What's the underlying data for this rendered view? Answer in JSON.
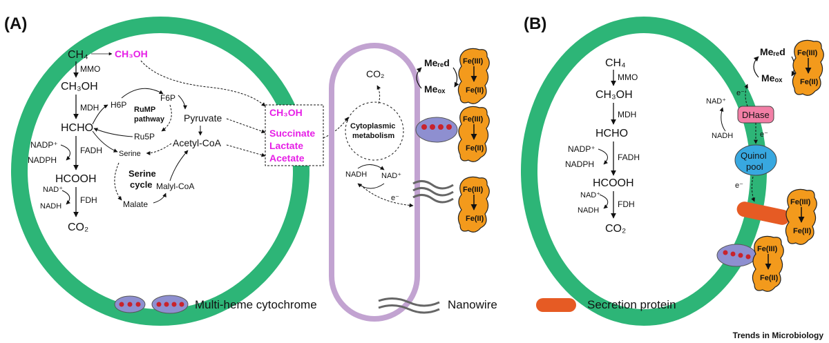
{
  "panels": {
    "a_label": "(A)",
    "b_label": "(B)"
  },
  "panel_a": {
    "ch4": "CH₄",
    "ch3oh_mag": "CH₃OH",
    "mmo": "MMO",
    "ch3oh": "CH₃OH",
    "mdh": "MDH",
    "hcho": "HCHO",
    "h6p": "H6P",
    "f6p": "F6P",
    "rump_line1": "RuMP",
    "rump_line2": "pathway",
    "ru5p": "Ru5P",
    "pyruvate": "Pyruvate",
    "acetyl_coa": "Acetyl-CoA",
    "nadp_plus": "NADP⁺",
    "fadh": "FADH",
    "nadph": "NADPH",
    "serine": "Serine",
    "serine_cycle_line1": "Serine",
    "serine_cycle_line2": "cycle",
    "malyl_coa": "Malyl-CoA",
    "malate": "Malate",
    "hcooh": "HCOOH",
    "nad_plus": "NAD⁺",
    "fdh": "FDH",
    "nadh": "NADH",
    "co2": "CO₂"
  },
  "products_box": [
    "CH₃OH",
    "Succinate",
    "Lactate",
    "Acetate"
  ],
  "partner_cell": {
    "co2": "CO₂",
    "cyto_line1": "Cytoplasmic",
    "cyto_line2": "metabolism",
    "nadh": "NADH",
    "nad_plus": "NAD⁺",
    "electron": "e⁻",
    "me_red": "Meᵣₑd",
    "me_ox": "Meₒₓ",
    "fe3": "Fe(III)",
    "fe2": "Fe(II)"
  },
  "panel_b": {
    "ch4": "CH₄",
    "mmo": "MMO",
    "ch3oh": "CH₃OH",
    "mdh": "MDH",
    "hcho": "HCHO",
    "nadp_plus": "NADP⁺",
    "fadh": "FADH",
    "nadph": "NADPH",
    "hcooh": "HCOOH",
    "nad_plus": "NAD⁺",
    "fdh": "FDH",
    "nadh": "NADH",
    "co2": "CO₂",
    "nad_plus_2": "NAD⁺",
    "nadh_2": "NADH",
    "dhase": "DHase",
    "quinol_line1": "Quinol",
    "quinol_line2": "pool",
    "electron": "e⁻",
    "me_red": "Meᵣₑd",
    "me_ox": "Meₒₓ",
    "fe3": "Fe(III)",
    "fe2": "Fe(II)"
  },
  "legend": {
    "cytochrome": "Multi-heme cytochrome",
    "nanowire": "Nanowire",
    "secretion": "Secretion protein"
  },
  "footer": {
    "brand": "Trends in Microbiology"
  },
  "colors": {
    "cell_wall": "#2db577",
    "partner_wall": "#c2a3d1",
    "mineral": "#f39a1c",
    "cytochrome": "#8e8fd0",
    "heme": "#c8232c",
    "secretion": "#e65b24",
    "dhase": "#f27fa6",
    "quinol": "#38a8e0",
    "magenta": "#e61ee6"
  }
}
